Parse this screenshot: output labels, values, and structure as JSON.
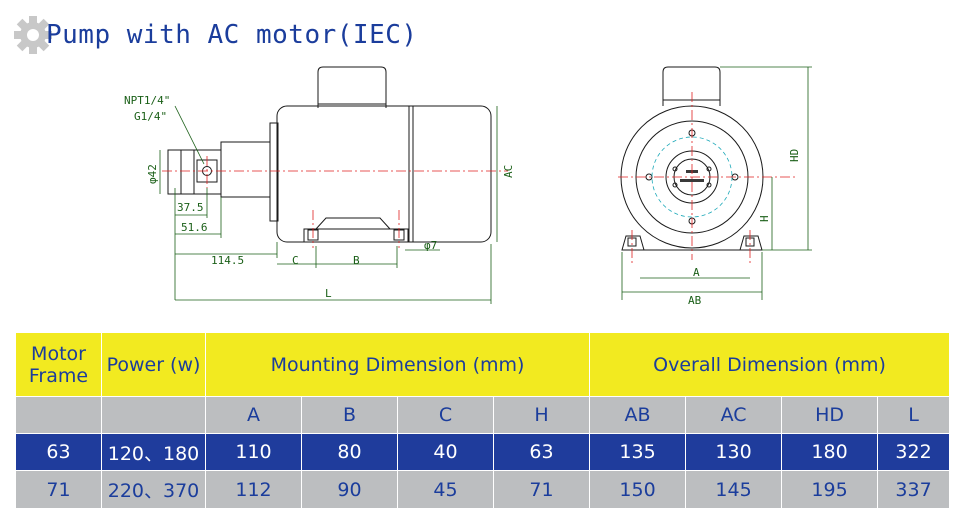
{
  "title": "Pump with AC motor(IEC)",
  "drawing_labels": {
    "npt": "NPT1/4\"",
    "g": "G1/4\"",
    "dia42": "φ42",
    "d375": "37.5",
    "d516": "51.6",
    "d1145": "114.5",
    "c": "C",
    "b": "B",
    "dia7": "φ7",
    "l": "L",
    "ac": "AC",
    "hd": "HD",
    "h": "H",
    "a": "A",
    "ab": "AB"
  },
  "table": {
    "head": {
      "motor_frame": "Motor Frame",
      "power": "Power (w)",
      "mounting": "Mounting Dimension (mm)",
      "overall": "Overall Dimension (mm)"
    },
    "sub": [
      "A",
      "B",
      "C",
      "H",
      "AB",
      "AC",
      "HD",
      "L"
    ],
    "rows": [
      {
        "frame": "63",
        "power": "120、180",
        "vals": [
          "110",
          "80",
          "40",
          "63",
          "135",
          "130",
          "180",
          "322"
        ]
      },
      {
        "frame": "71",
        "power": "220、370",
        "vals": [
          "112",
          "90",
          "45",
          "71",
          "150",
          "145",
          "195",
          "337"
        ]
      }
    ]
  },
  "colors": {
    "title": "#1b3d9c",
    "header_bg": "#f2ea20",
    "row_blue": "#1f3c9c",
    "row_grey": "#bcbec0",
    "drawing_line": "#1a1a1a",
    "dim_line": "#1a5f17",
    "center_line": "#e02020"
  }
}
